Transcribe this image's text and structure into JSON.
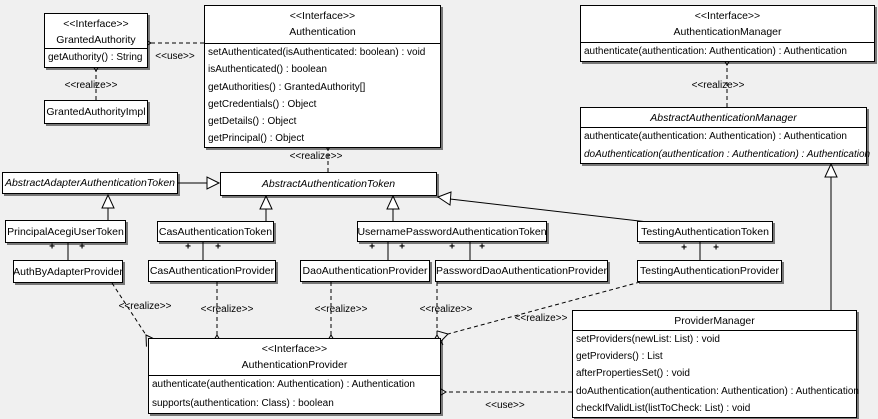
{
  "classes": {
    "granted_authority": {
      "stereotype": "<<Interface>>",
      "name": "GrantedAuthority",
      "methods": [
        "getAuthority() : String"
      ]
    },
    "granted_authority_impl": {
      "name": "GrantedAuthorityImpl"
    },
    "authentication": {
      "stereotype": "<<Interface>>",
      "name": "Authentication",
      "methods": [
        "setAuthenticated(isAuthenticated: boolean) : void",
        "isAuthenticated() : boolean",
        "getAuthorities() : GrantedAuthority[]",
        "getCredentials() : Object",
        "getDetails() : Object",
        "getPrincipal() : Object"
      ]
    },
    "authentication_manager": {
      "stereotype": "<<Interface>>",
      "name": "AuthenticationManager",
      "methods": [
        "authenticate(authentication: Authentication) : Authentication"
      ]
    },
    "abstract_authentication_manager": {
      "name": "AbstractAuthenticationManager",
      "methods": [
        "authenticate(authentication: Authentication) : Authentication",
        "doAuthentication(authentication : Authentication) : Authentication"
      ]
    },
    "abstract_adapter_authentication_token": {
      "name": "AbstractAdapterAuthenticationToken"
    },
    "abstract_authentication_token": {
      "name": "AbstractAuthenticationToken"
    },
    "principal_acegi_user_token": {
      "name": "PrincipalAcegiUserToken"
    },
    "cas_authentication_token": {
      "name": "CasAuthenticationToken"
    },
    "username_password_authentication_token": {
      "name": "UsernamePasswordAuthenticationToken"
    },
    "testing_authentication_token": {
      "name": "TestingAuthenticationToken"
    },
    "auth_by_adapter_provider": {
      "name": "AuthByAdapterProvider"
    },
    "cas_authentication_provider": {
      "name": "CasAuthenticationProvider"
    },
    "dao_authentication_provider": {
      "name": "DaoAuthenticationProvider"
    },
    "password_dao_authentication_provider": {
      "name": "PasswordDaoAuthenticationProvider"
    },
    "testing_authentication_provider": {
      "name": "TestingAuthenticationProvider"
    },
    "authentication_provider": {
      "stereotype": "<<Interface>>",
      "name": "AuthenticationProvider",
      "methods": [
        "authenticate(authentication: Authentication) : Authentication",
        "supports(authentication: Class) : boolean"
      ]
    },
    "provider_manager": {
      "name": "ProviderManager",
      "methods": [
        "setProviders(newList: List) : void",
        "getProviders() : List",
        "afterPropertiesSet() : void",
        "doAuthentication(authentication: Authentication) : Authentication",
        "checkIfValidList(listToCheck: List) : void"
      ]
    }
  },
  "edge_labels": {
    "use_granted": "<<use>>",
    "use_provider": "<<use>>",
    "realize_granted_impl": "<<realize>>",
    "realize_token": "<<realize>>",
    "realize_manager": "<<realize>>",
    "realize_auth_by_adapter": "<<realize>>",
    "realize_cas": "<<realize>>",
    "realize_dao": "<<realize>>",
    "realize_password_dao": "<<realize>>",
    "realize_testing": "<<realize>>"
  },
  "markers": {
    "plus": "+"
  },
  "colors": {
    "background": "#f0f0f0",
    "box_fill": "#ffffff",
    "line": "#000000"
  }
}
